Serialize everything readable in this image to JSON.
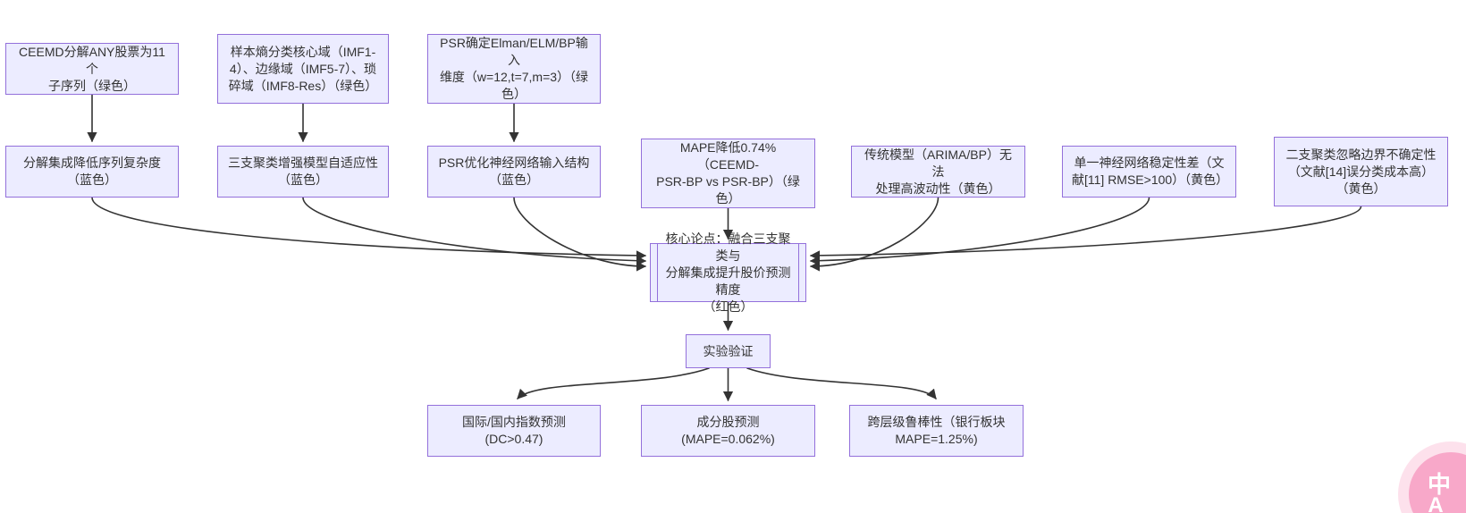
{
  "diagram": {
    "nodes": {
      "ceemd": {
        "label": "CEEMD分解ANY股票为11个\n子序列（绿色）"
      },
      "entropy": {
        "label": "样本熵分类核心域（IMF1-\n4）、边缘域（IMF5-7）、琐\n碎域（IMF8-Res）（绿色）"
      },
      "psr_input": {
        "label": "PSR确定Elman/ELM/BP输入\n维度（w=12,t=7,m=3）（绿\n色）"
      },
      "decomp": {
        "label": "分解集成降低序列复杂度\n（蓝色）"
      },
      "threeway": {
        "label": "三支聚类增强模型自适应性\n（蓝色）"
      },
      "psr_opt": {
        "label": "PSR优化神经网络输入结构\n（蓝色）"
      },
      "mape": {
        "label": "MAPE降低0.74%（CEEMD-\nPSR-BP vs PSR-BP）（绿\n色）"
      },
      "traditional": {
        "label": "传统模型（ARIMA/BP）无法\n处理高波动性（黄色）"
      },
      "single_nn": {
        "label": "单一神经网络稳定性差（文\n献[11] RMSE>100）（黄色）"
      },
      "twoway": {
        "label": "二支聚类忽略边界不确定性\n（文献[14]误分类成本高）\n（黄色）"
      },
      "core": {
        "label": "核心论点：融合三支聚类与\n分解集成提升股价预测精度\n（红色）"
      },
      "experiment": {
        "label": "实验验证"
      },
      "index_pred": {
        "label": "国际/国内指数预测\n(DC>0.47)"
      },
      "stock_pred": {
        "label": "成分股预测\n(MAPE=0.062%)"
      },
      "robustness": {
        "label": "跨层级鲁棒性（银行板块\nMAPE=1.25%)"
      }
    },
    "colors": {
      "node_fill": "#ECECFF",
      "node_border": "#9370DB",
      "edge": "#333333",
      "text": "#333333",
      "background": "#ffffff",
      "fab_pink": "#F8A8C9"
    }
  },
  "overlay": {
    "translate_button": {
      "label_top": "中",
      "label_bottom": "A"
    }
  }
}
